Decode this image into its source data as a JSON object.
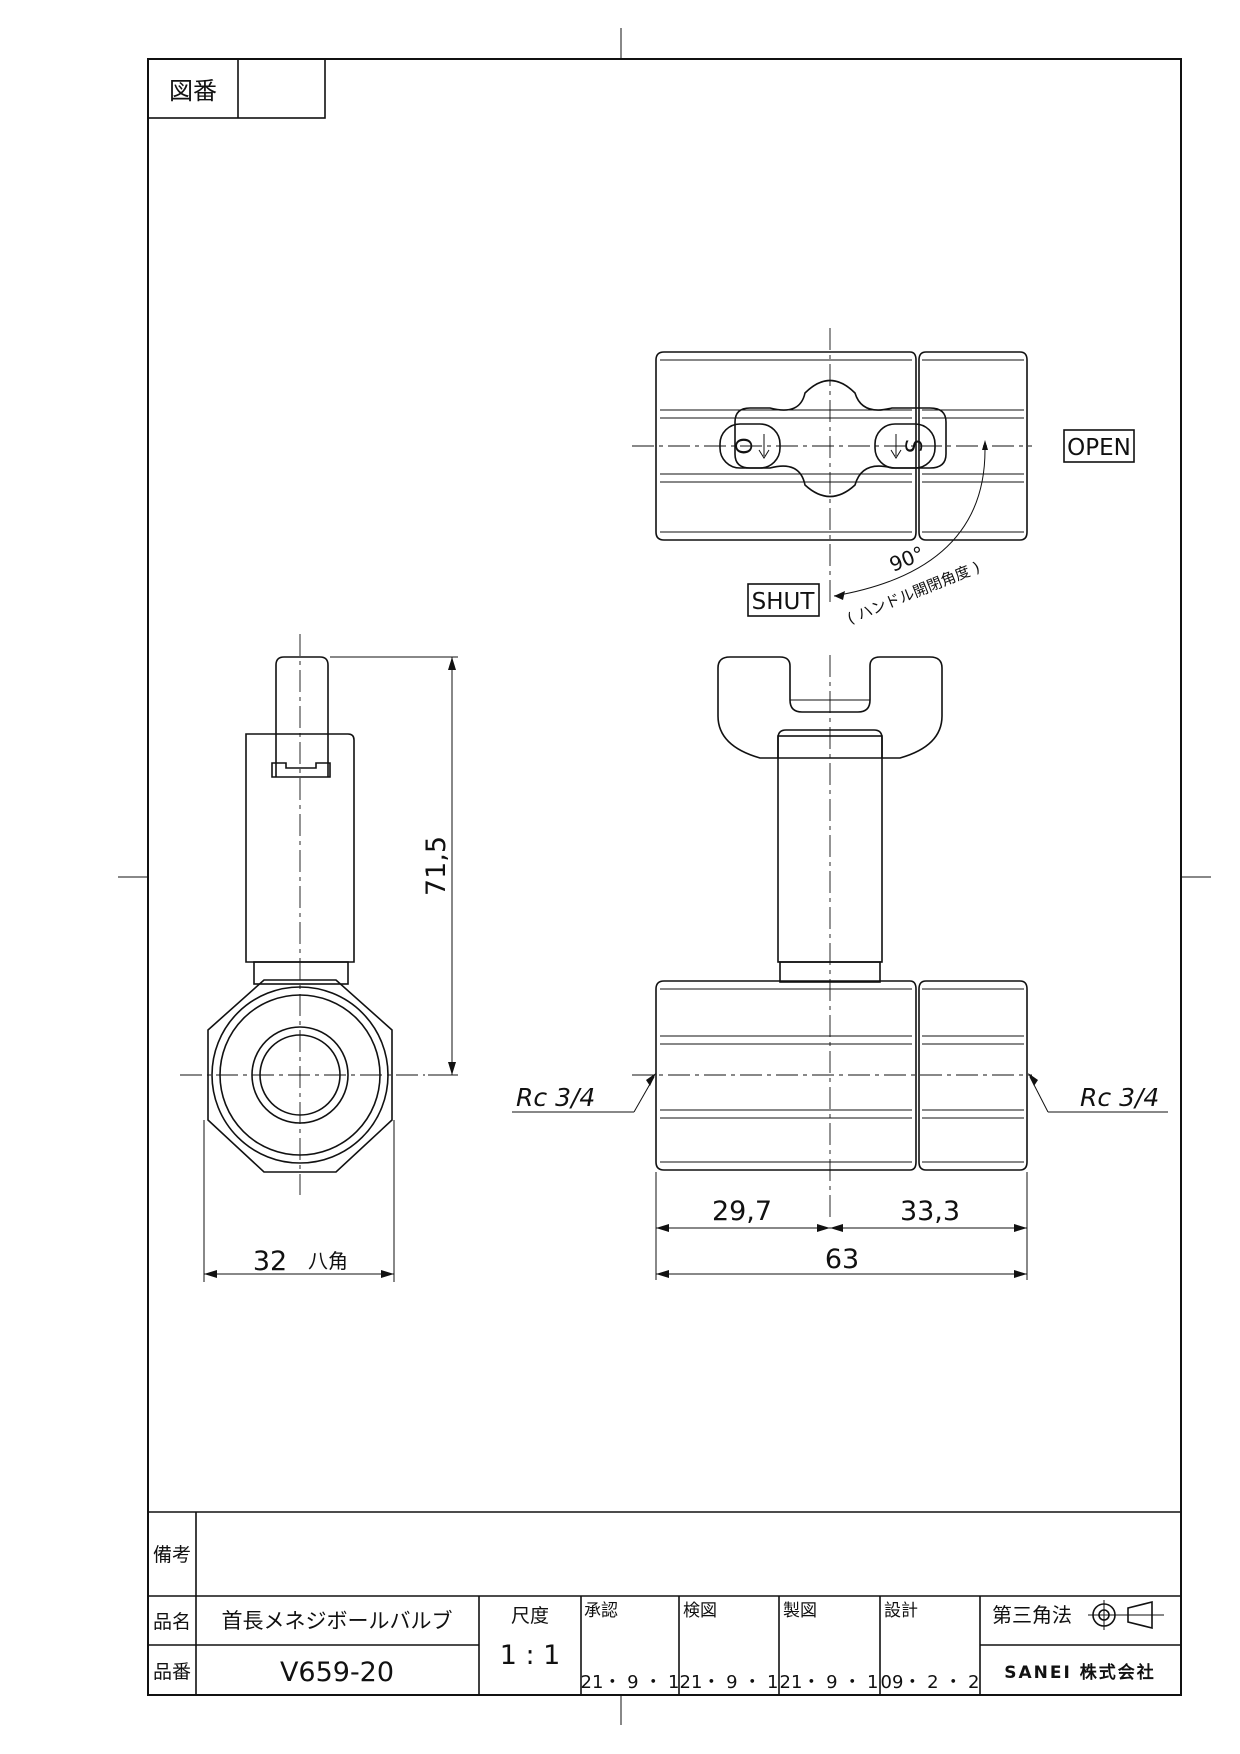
{
  "drawing_number_label": "図番",
  "drawing_number_value": "",
  "labels": {
    "open": "OPEN",
    "shut": "SHUT",
    "angle": "90°",
    "angle_note": "( ハンドル開閉角度 )",
    "handle_open_mark": "O",
    "handle_shut_mark": "S",
    "thread_left": "Rc 3/4",
    "thread_right": "Rc 3/4"
  },
  "dimensions": {
    "height": "71,5",
    "width_octagon": "32",
    "octagon_note": "八角",
    "left_length": "29,7",
    "right_length": "33,3",
    "total_length": "63"
  },
  "title_block": {
    "remarks_label": "備考",
    "remarks_value": "",
    "name_label": "品名",
    "name_value": "首長メネジボールバルブ",
    "number_label": "品番",
    "number_value": "V659-20",
    "scale_label": "尺度",
    "scale_value": "1 : 1",
    "approved_label": "承認",
    "approved_date": "21・ 9 ・ 1",
    "checked_label": "検図",
    "checked_date": "21・ 9 ・ 1",
    "drawn_label": "製図",
    "drawn_date": "21・ 9 ・ 1",
    "designed_label": "設計",
    "designed_date": "09・ 2 ・ 2",
    "projection_label": "第三角法",
    "company": "SANEI 株式会社"
  }
}
